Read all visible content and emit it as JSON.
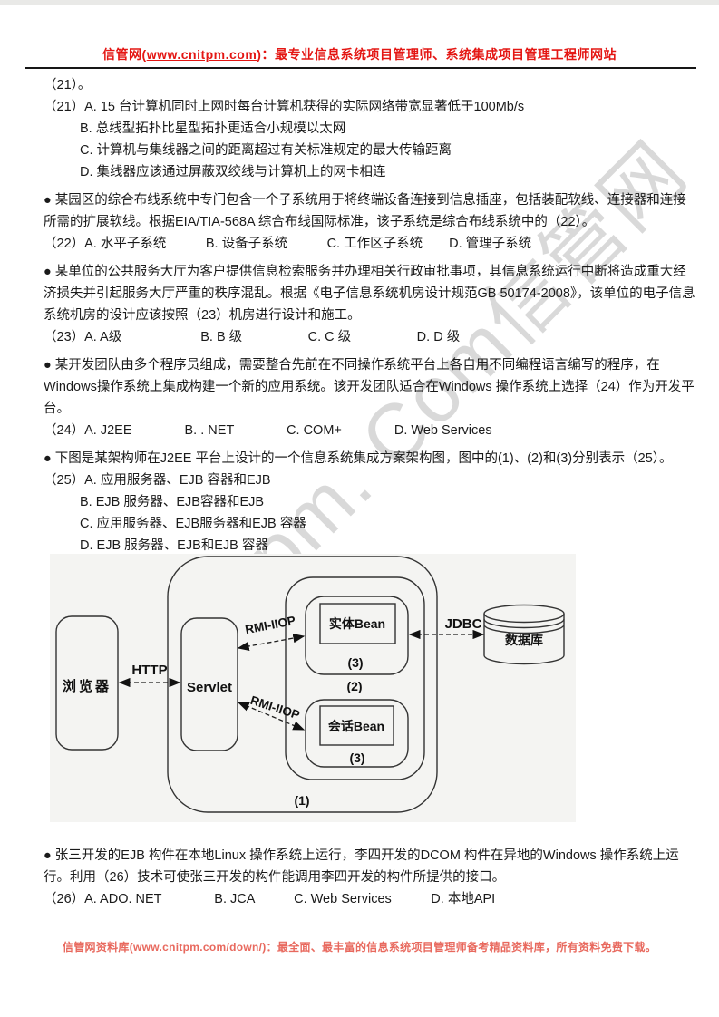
{
  "header": {
    "prefix": "信管网(",
    "link": "www.cnitpm.com",
    "suffix": ")：最专业信息系统项目管理师、系统集成项目管理工程师网站"
  },
  "watermark": "Cnitpm. Com信管网",
  "doc": {
    "lines": [
      "（21）。",
      "（21）A. 15 台计算机同时上网时每台计算机获得的实际网络带宽显著低于100Mb/s",
      "B. 总线型拓扑比星型拓扑更适合小规模以太网",
      "C. 计算机与集线器之间的距离超过有关标准规定的最大传输距离",
      "D. 集线器应该通过屏蔽双绞线与计算机上的网卡相连",
      "● 某园区的综合布线系统中专门包含一个子系统用于将终端设备连接到信息插座，包括装配软线、连接器和连接",
      "所需的扩展软线。根据EIA/TIA-568A 综合布线国际标准，该子系统是综合布线系统中的（22）。",
      "（22）A. 水平子系统　　　B. 设备子系统　　　C. 工作区子系统　　D. 管理子系统",
      "● 某单位的公共服务大厅为客户提供信息检索服务并办理相关行政审批事项，其信息系统运行中断将造成重大经",
      "济损失并引起服务大厅严重的秩序混乱。根据《电子信息系统机房设计规范GB 50174-2008》，该单位的电子信息",
      "系统机房的设计应该按照（23）机房进行设计和施工。",
      "（23）A. A级　　　　　　B. B 级　　　　　C. C 级　　　　　D. D 级",
      "● 某开发团队由多个程序员组成，需要整合先前在不同操作系统平台上各自用不同编程语言编写的程序，在",
      "Windows操作系统上集成构建一个新的应用系统。该开发团队适合在Windows 操作系统上选择（24）作为开发平",
      "台。",
      "（24）A. J2EE　　　　B. . NET　　　　C. COM+　　　　D. Web Services",
      "● 下图是某架构师在J2EE 平台上设计的一个信息系统集成方案架构图，图中的(1)、(2)和(3)分别表示（25）。",
      "（25）A. 应用服务器、EJB 容器和EJB",
      "B. EJB 服务器、EJB容器和EJB",
      "C. 应用服务器、EJB服务器和EJB 容器",
      "D. EJB 服务器、EJB和EJB 容器",
      "● 张三开发的EJB 构件在本地Linux 操作系统上运行，李四开发的DCOM 构件在异地的Windows 操作系统上运",
      "行。利用（26）技术可使张三开发的构件能调用李四开发的构件所提供的接口。",
      "（26）A. ADO. NET　　　　B. JCA　　　C. Web Services　　　D. 本地API"
    ]
  },
  "diagram": {
    "browser": "浏览器",
    "servlet": "Servlet",
    "http": "HTTP",
    "rmi_top": "RMI-IIOP",
    "rmi_bottom": "RMI-IIOP",
    "jdbc": "JDBC",
    "entity_bean": "实体Bean",
    "session_bean": "会话Bean",
    "database": "数据库",
    "label_1": "(1)",
    "label_2": "(2)",
    "label_3_top": "(3)",
    "label_3_bottom": "(3)"
  },
  "footer": {
    "prefix": "信管网资料库(",
    "link": "www.cnitpm.com/down/",
    "suffix": ")：最全面、最丰富的信息系统项目管理师备考精品资料库，所有资料免费下载。"
  },
  "colors": {
    "header_red": "#e41613",
    "footer_red": "#e8695e",
    "rule_black": "#161616",
    "watermark_gray": "#8c8c8c",
    "diagram_bg": "#f4f4f2",
    "text": "#1a1a1a"
  }
}
